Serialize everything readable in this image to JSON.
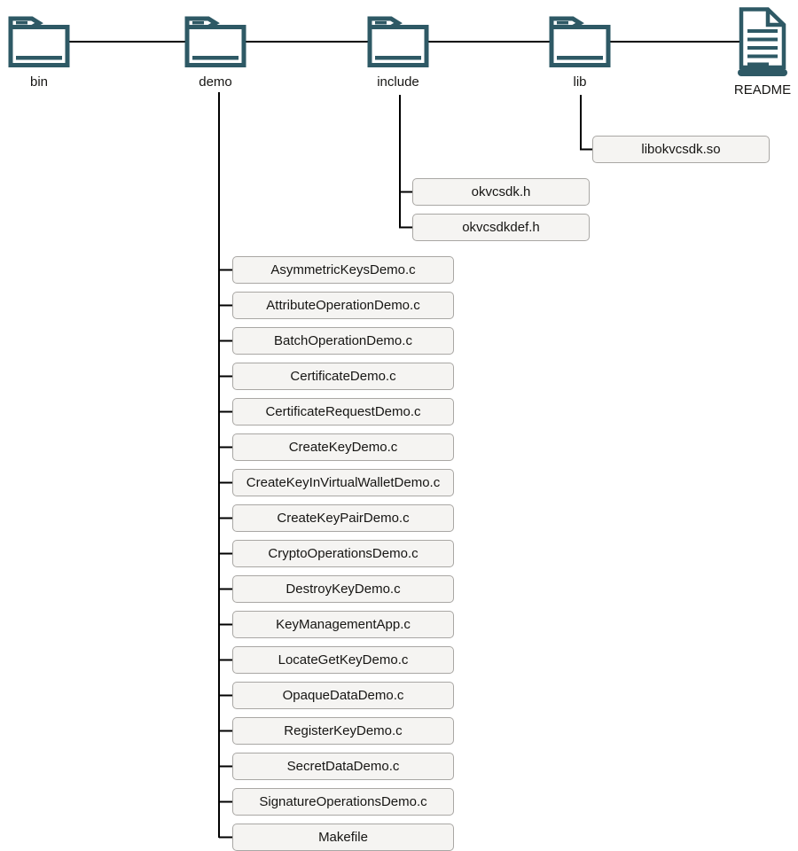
{
  "diagram_type": "directory-tree",
  "colors": {
    "icon_stroke": "#2e5965",
    "box_fill": "#f5f4f2",
    "box_border": "#a9a7a4",
    "connector_line": "#000000",
    "text": "#161513"
  },
  "tree": {
    "nodes": [
      {
        "label": "bin",
        "type": "folder",
        "children": []
      },
      {
        "label": "demo",
        "type": "folder",
        "children": [
          "AsymmetricKeysDemo.c",
          "AttributeOperationDemo.c",
          "BatchOperationDemo.c",
          "CertificateDemo.c",
          "CertificateRequestDemo.c",
          "CreateKeyDemo.c",
          "CreateKeyInVirtualWalletDemo.c",
          "CreateKeyPairDemo.c",
          "CryptoOperationsDemo.c",
          "DestroyKeyDemo.c",
          "KeyManagementApp.c",
          "LocateGetKeyDemo.c",
          "OpaqueDataDemo.c",
          "RegisterKeyDemo.c",
          "SecretDataDemo.c",
          "SignatureOperationsDemo.c",
          "Makefile"
        ]
      },
      {
        "label": "include",
        "type": "folder",
        "children": [
          "okvcsdk.h",
          "okvcsdkdef.h"
        ]
      },
      {
        "label": "lib",
        "type": "folder",
        "children": [
          "libokvcsdk.so"
        ]
      },
      {
        "label": "README",
        "type": "document",
        "children": []
      }
    ]
  }
}
